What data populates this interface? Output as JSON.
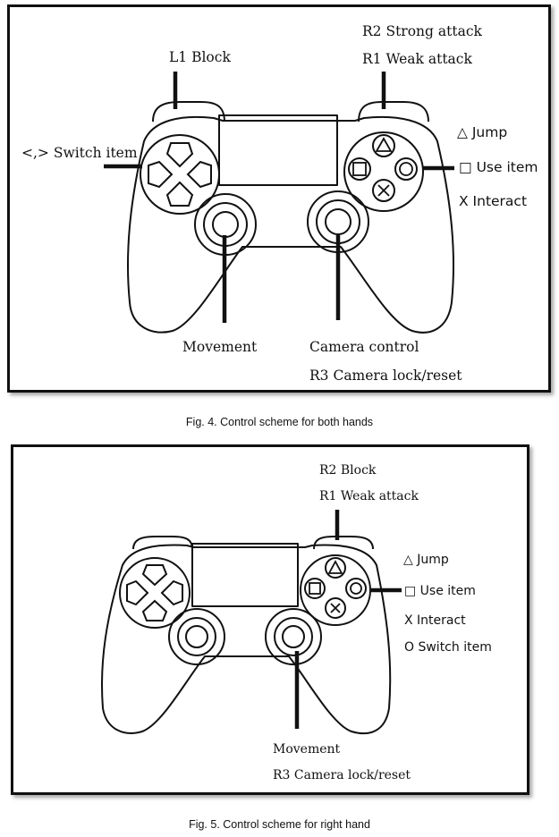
{
  "figure1": {
    "labels": {
      "r2": "R2 Strong attack",
      "r1": "R1 Weak attack",
      "l1": "L1 Block",
      "triangle": "△ Jump",
      "square": "□  Use item",
      "cross": "X Interact",
      "dpad": "<,> Switch item",
      "left_stick": "Movement",
      "right_stick": "Camera control",
      "r3": "R3 Camera lock/reset"
    },
    "caption": "Fig. 4. Control scheme for both hands"
  },
  "figure2": {
    "labels": {
      "r2": "R2 Block",
      "r1": "R1 Weak attack",
      "triangle": "△ Jump",
      "square": "□  Use item",
      "cross": "X Interact",
      "circle": "O Switch item",
      "right_stick": "Movement",
      "r3": "R3 Camera lock/reset"
    },
    "caption": "Fig. 5. Control scheme for right hand"
  }
}
